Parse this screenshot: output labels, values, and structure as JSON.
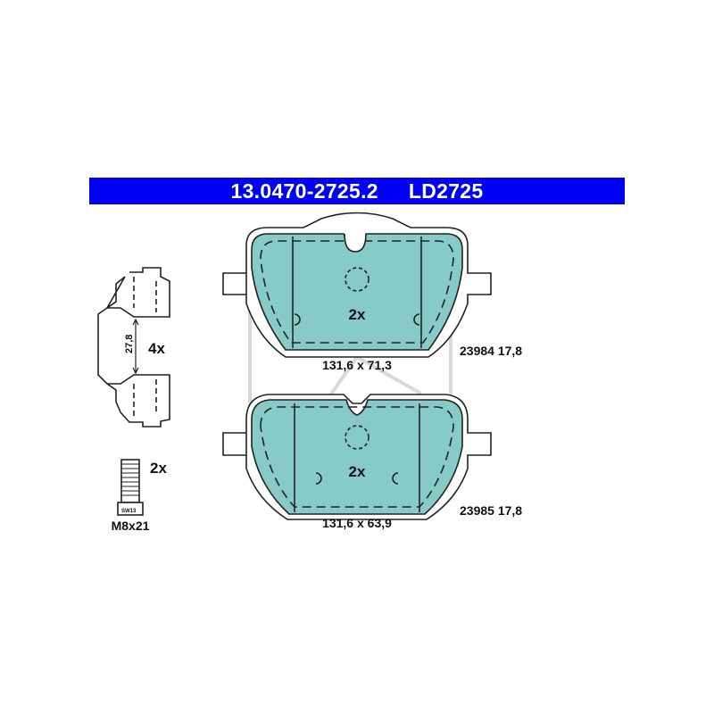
{
  "header": {
    "part_number": "13.0470-2725.2",
    "ref_code": "LD2725"
  },
  "clip": {
    "quantity": "4x",
    "dimension": "27,8"
  },
  "bolt": {
    "quantity": "2x",
    "size": "M8x21",
    "wrench_mark": "SW13"
  },
  "pads": [
    {
      "quantity": "2x",
      "dimensions": "131,6 x 71,3",
      "code": "23984 17,8"
    },
    {
      "quantity": "2x",
      "dimensions": "131,6 x 63,9",
      "code": "23985 17,8"
    }
  ],
  "colors": {
    "banner": "#0000f5",
    "banner_text": "#ffffff",
    "pad_fill": "#86cbc7",
    "line": "#222222",
    "watermark": "#d9d9d9"
  }
}
